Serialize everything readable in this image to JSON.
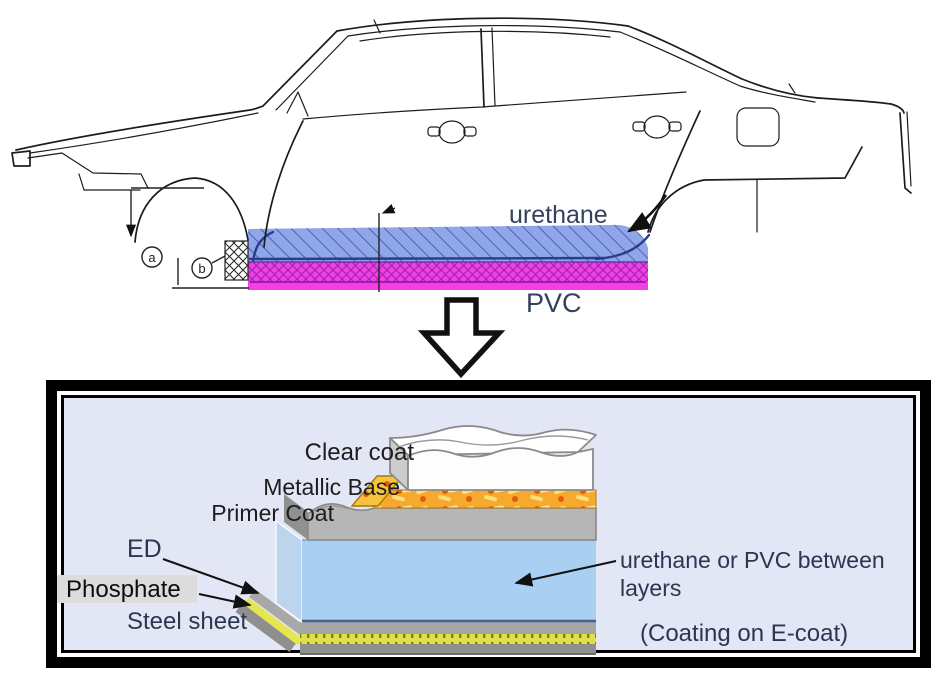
{
  "top_diagram": {
    "urethane_label": "urethane",
    "pvc_label": "PVC",
    "marker_a": "a",
    "marker_b": "b",
    "colors": {
      "urethane_band": "#8fa6e9",
      "urethane_hatch": "#3c50a8",
      "pvc_band": "#f33fe3",
      "pvc_hatch": "#a328b4"
    }
  },
  "bottom_diagram": {
    "labels": {
      "clear_coat": "Clear coat",
      "metallic_base": "Metallic Base",
      "primer_coat": "Primer Coat",
      "ed": "ED",
      "phosphate": "Phosphate",
      "steel_sheet": "Steel sheet",
      "between_line1": "urethane or PVC between",
      "between_line2": "layers",
      "coating_note": "(Coating on E-coat)"
    },
    "colors": {
      "panel_background": "#e3e6f5",
      "frame": "#000000",
      "clear_coat": "#fdfdfd",
      "metallic_base": "#f7a92e",
      "metallic_dot": "#e25c0e",
      "primer_coat": "#b6b6b6",
      "urethane_layer": "#a9cff2",
      "urethane_layer_side": "#bdd5ec",
      "ed_layer": "#a6a6a6",
      "phosphate_layer": "#e0e04a",
      "steel_sheet": "#8f8f8f",
      "phosphate_label_bg": "#dcdcdc"
    }
  }
}
